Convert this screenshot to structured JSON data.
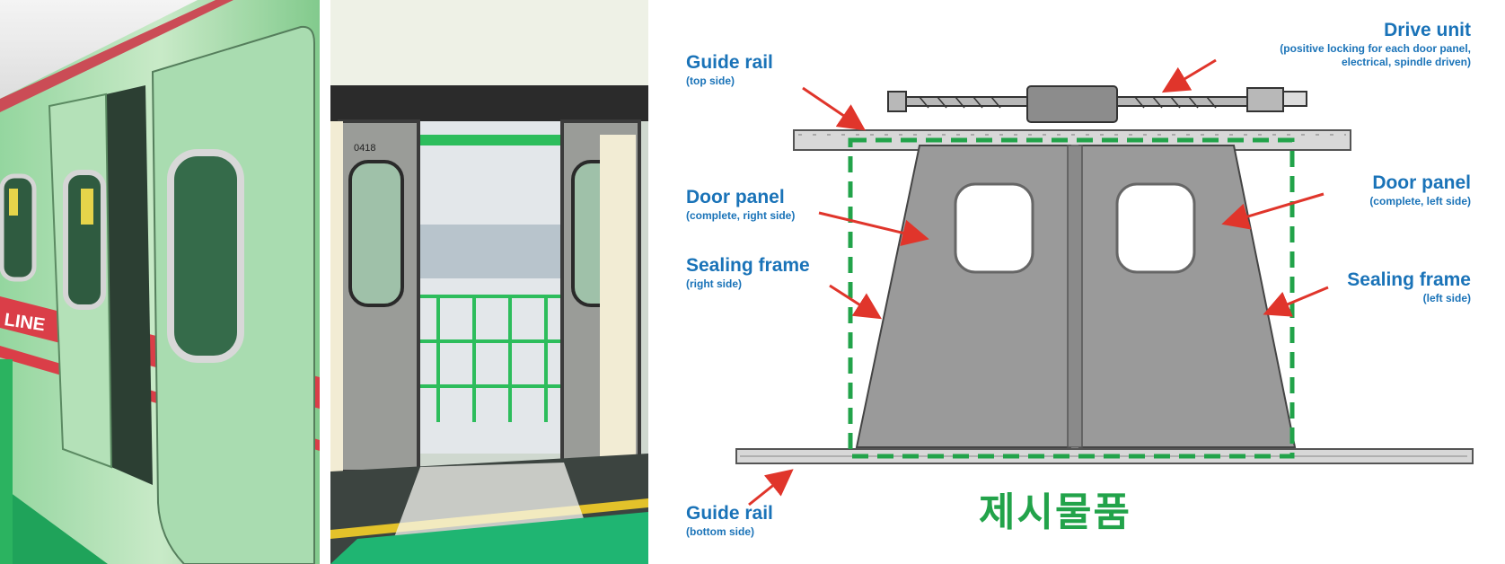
{
  "photos": {
    "train_exterior": {
      "line_text": "LINE"
    },
    "door_interior": {
      "car_number": "0418"
    }
  },
  "diagram": {
    "labels": {
      "guide_rail_top": {
        "title": "Guide rail",
        "sub": "(top side)"
      },
      "drive_unit": {
        "title": "Drive unit",
        "sub1": "(positive locking for each door panel,",
        "sub2": "electrical, spindle driven)"
      },
      "door_panel_right": {
        "title": "Door panel",
        "sub": "(complete, right side)"
      },
      "door_panel_left": {
        "title": "Door panel",
        "sub": "(complete, left side)"
      },
      "sealing_frame_right": {
        "title": "Sealing frame",
        "sub": "(right side)"
      },
      "sealing_frame_left": {
        "title": "Sealing frame",
        "sub": "(left side)"
      },
      "guide_rail_bottom": {
        "title": "Guide rail",
        "sub": "(bottom side)"
      }
    },
    "caption": "제시물품",
    "colors": {
      "label": "#1a73b8",
      "arrow": "#e0352b",
      "highlight": "#22a34a",
      "panel": "#9a9a9a"
    }
  }
}
